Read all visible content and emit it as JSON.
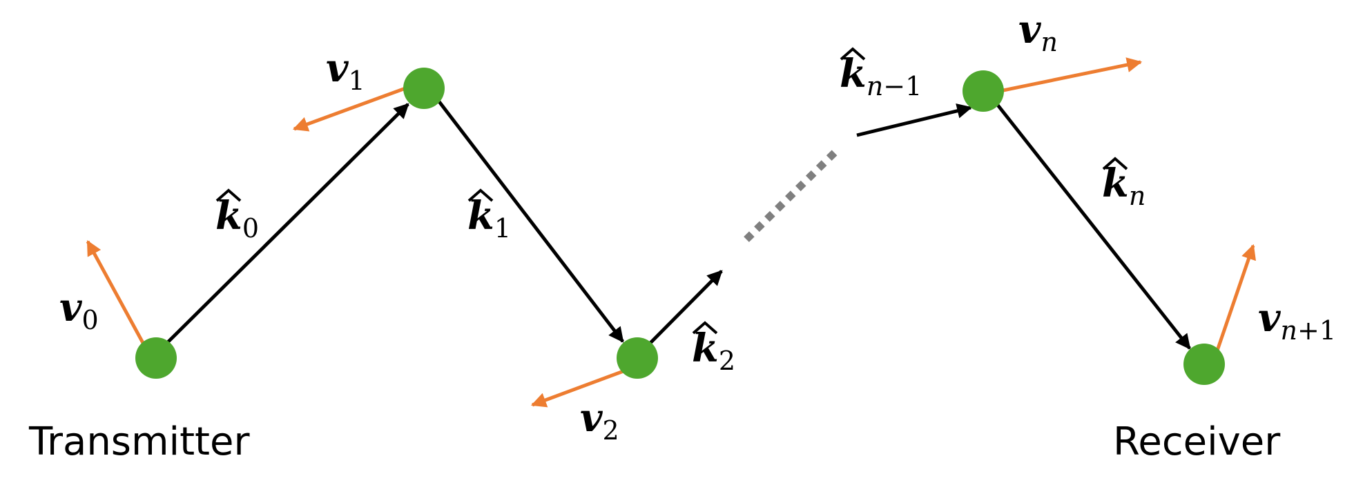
{
  "captions": {
    "transmitter": "Transmitter",
    "receiver": "Receiver"
  },
  "labels": {
    "k0": {
      "base": "k",
      "sub": "0"
    },
    "k1": {
      "base": "k",
      "sub": "1"
    },
    "k2": {
      "base": "k",
      "sub": "2"
    },
    "kn_minus_1": {
      "base": "k",
      "sub_var": "n",
      "sub_rest": "−1"
    },
    "kn": {
      "base": "k",
      "sub_var": "n"
    },
    "v0": {
      "base": "v",
      "sub": "0"
    },
    "v1": {
      "base": "v",
      "sub": "1"
    },
    "v2": {
      "base": "v",
      "sub": "2"
    },
    "vn": {
      "base": "v",
      "sub_var": "n"
    },
    "vn_plus_1": {
      "base": "v",
      "sub_var": "n",
      "sub_rest": "+1"
    }
  },
  "colors": {
    "node": "#4ea72e",
    "velocity_arrow": "#ed7d31",
    "path_arrow": "#000000",
    "ellipsis": "#7f7f7f"
  }
}
